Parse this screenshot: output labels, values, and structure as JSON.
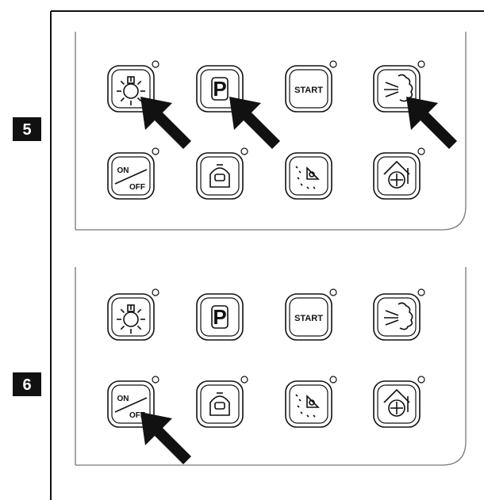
{
  "steps": [
    {
      "label": "5",
      "buttons": [
        {
          "id": "light",
          "icon": "lamp-icon",
          "indicator": true
        },
        {
          "id": "program",
          "icon": "p-letter-icon",
          "text": "P",
          "indicator": false
        },
        {
          "id": "start",
          "icon": "start-icon",
          "text": "START",
          "indicator": true
        },
        {
          "id": "steam",
          "icon": "steam-icon",
          "indicator": true
        },
        {
          "id": "onoff",
          "icon": "on-off-icon",
          "text_top": "ON",
          "text_bottom": "OFF",
          "indicator": true
        },
        {
          "id": "boiler",
          "icon": "boiler-icon",
          "indicator": true
        },
        {
          "id": "dryer",
          "icon": "dryer-icon",
          "indicator": false
        },
        {
          "id": "fan",
          "icon": "fan-house-icon",
          "indicator": true
        }
      ],
      "arrows_on": [
        "light",
        "program",
        "steam"
      ]
    },
    {
      "label": "6",
      "buttons": [
        {
          "id": "light",
          "icon": "lamp-icon",
          "indicator": true
        },
        {
          "id": "program",
          "icon": "p-letter-icon",
          "text": "P",
          "indicator": false
        },
        {
          "id": "start",
          "icon": "start-icon",
          "text": "START",
          "indicator": true
        },
        {
          "id": "steam",
          "icon": "steam-icon",
          "indicator": true
        },
        {
          "id": "onoff",
          "icon": "on-off-icon",
          "text_top": "ON",
          "text_bottom": "OFF",
          "indicator": true
        },
        {
          "id": "boiler",
          "icon": "boiler-icon",
          "indicator": true
        },
        {
          "id": "dryer",
          "icon": "dryer-icon",
          "indicator": true
        },
        {
          "id": "fan",
          "icon": "fan-house-icon",
          "indicator": true
        }
      ],
      "arrows_on": [
        "onoff"
      ]
    }
  ],
  "colors": {
    "line": "#111111",
    "panel_line": "#888888",
    "label_bg": "#111111"
  }
}
